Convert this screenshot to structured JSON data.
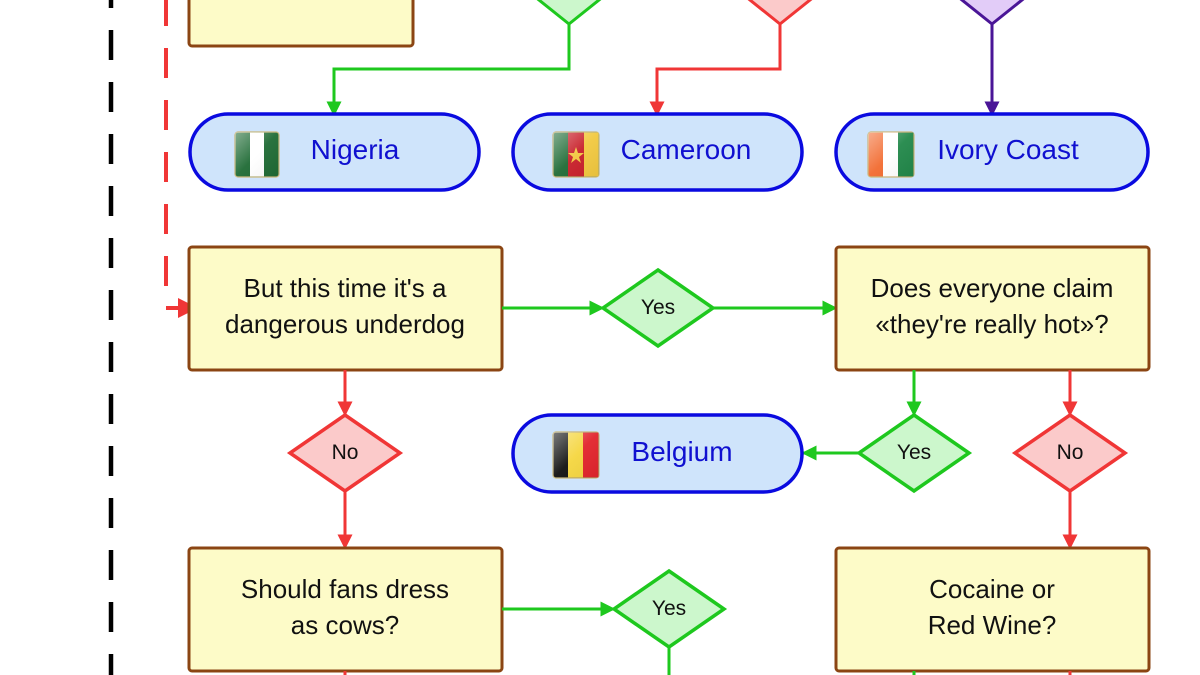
{
  "colors": {
    "box_fill": "#fdfbc8",
    "box_stroke": "#8b4513",
    "terminal_fill": "#cfe4fb",
    "terminal_stroke": "#0a0ae0",
    "terminal_text": "#1010d0",
    "yes_fill": "#ccf7cc",
    "yes_stroke": "#1ec81e",
    "no_fill": "#fbcaca",
    "no_stroke": "#f03636",
    "purple_fill": "#e2ccf8",
    "purple_stroke": "#4a1597",
    "dashed_black": "#000000",
    "dashed_red": "#f03636"
  },
  "boxes": [
    {
      "id": "top-left-box",
      "lines": []
    },
    {
      "id": "dangerous-underdog",
      "lines": [
        "But this time it's a",
        "dangerous underdog"
      ]
    },
    {
      "id": "really-hot",
      "lines": [
        "Does everyone claim",
        "«they're really hot»?"
      ]
    },
    {
      "id": "fans-cows",
      "lines": [
        "Should fans dress",
        "as cows?"
      ]
    },
    {
      "id": "cocaine-wine",
      "lines": [
        "Cocaine or",
        "Red Wine?"
      ]
    }
  ],
  "terminals": [
    {
      "id": "nigeria",
      "label": "Nigeria",
      "flag": "nigeria-flag-icon"
    },
    {
      "id": "cameroon",
      "label": "Cameroon",
      "flag": "cameroon-flag-icon"
    },
    {
      "id": "ivory-coast",
      "label": "Ivory Coast",
      "flag": "ivory-coast-flag-icon"
    },
    {
      "id": "belgium",
      "label": "Belgium",
      "flag": "belgium-flag-icon"
    }
  ],
  "decisions": {
    "underdog_yes": "Yes",
    "underdog_no": "No",
    "hot_yes": "Yes",
    "hot_no": "No",
    "cows_yes": "Yes"
  }
}
